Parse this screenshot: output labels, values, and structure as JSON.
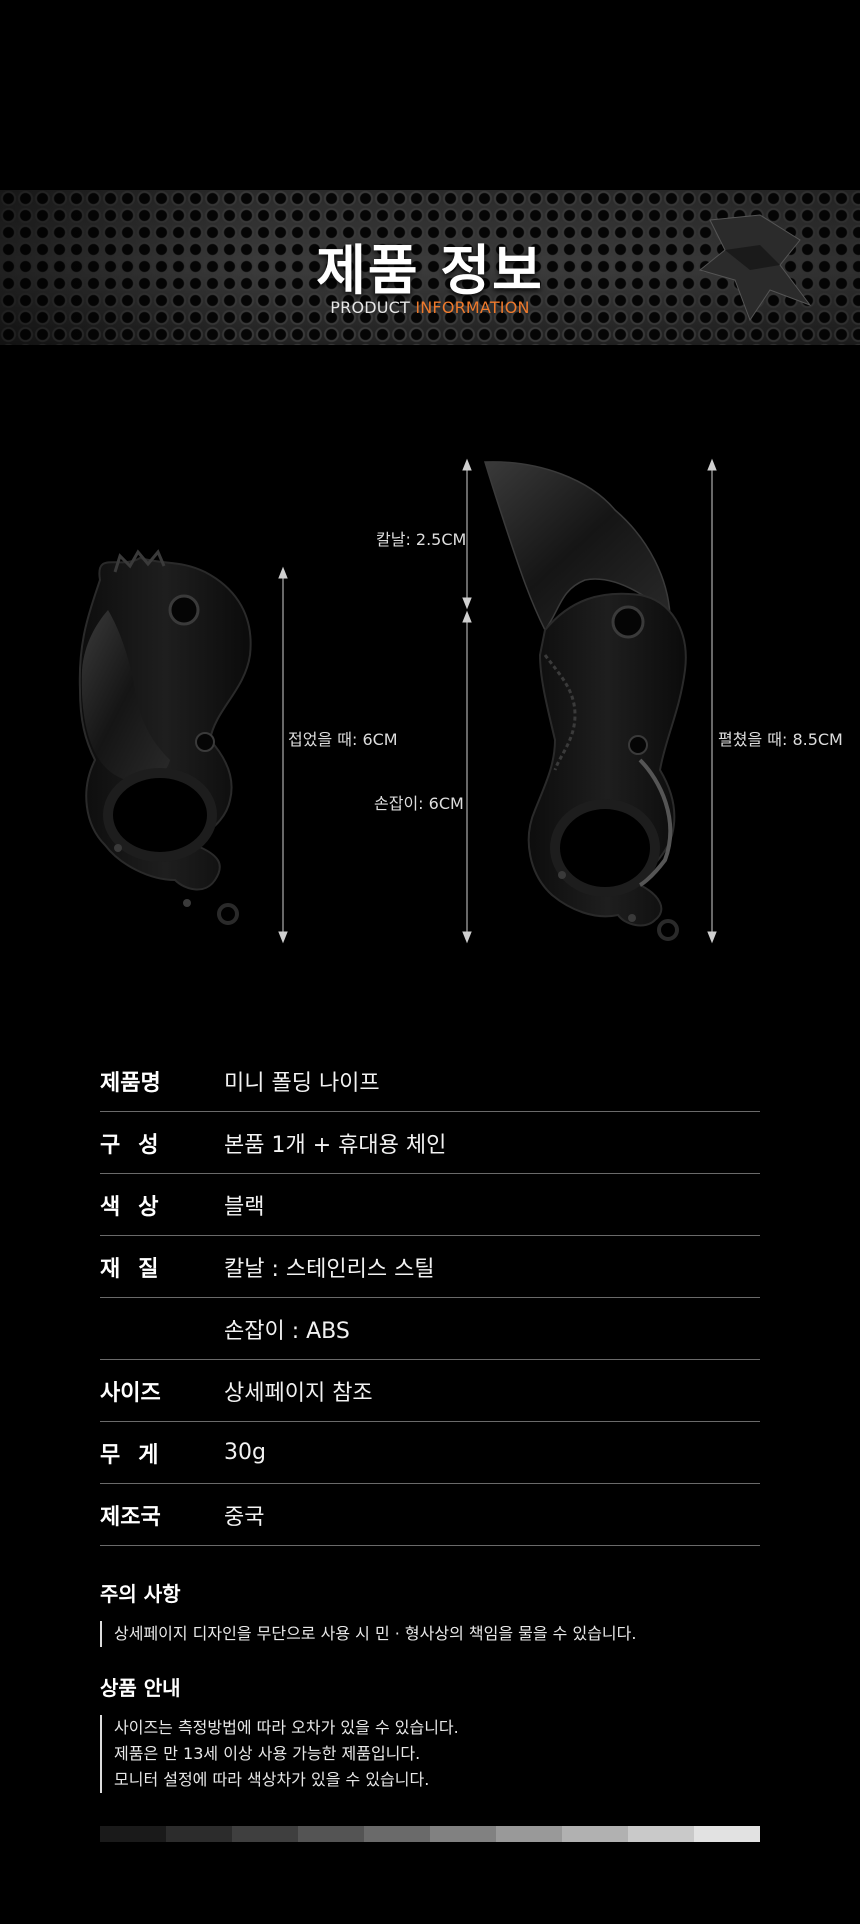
{
  "banner": {
    "title": "제품 정보",
    "subtitle_white": "PRODUCT ",
    "subtitle_accent": "INFORMATION",
    "accent_color": "#ef7a2c"
  },
  "dimensions": {
    "folded": "접었을 때: 6CM",
    "blade": "칼날: 2.5CM",
    "handle": "손잡이: 6CM",
    "unfolded": "펼쳤을 때: 8.5CM"
  },
  "specs": [
    {
      "label": "제품명",
      "value": "미니 폴딩 나이프"
    },
    {
      "label": "구성",
      "value": "본품 1개 + 휴대용 체인"
    },
    {
      "label": "색상",
      "value": "블랙"
    },
    {
      "label": "재질",
      "value": "칼날 : 스테인리스 스틸"
    },
    {
      "label": "",
      "value": "손잡이 : ABS"
    },
    {
      "label": "사이즈",
      "value": "상세페이지 참조"
    },
    {
      "label": "무게",
      "value": "30g"
    },
    {
      "label": "제조국",
      "value": "중국"
    }
  ],
  "caution": {
    "title": "주의 사항",
    "lines": [
      "상세페이지 디자인을 무단으로 사용 시 민 · 형사상의 책임을 물을 수 있습니다."
    ]
  },
  "guide": {
    "title": "상품 안내",
    "lines": [
      "사이즈는 측정방법에 따라 오차가 있을 수 있습니다.",
      "제품은 만 13세 이상 사용 가능한 제품입니다.",
      "모니터 설정에 따라 색상차가 있을 수 있습니다."
    ]
  },
  "strip_colors": [
    "#1a1a1a",
    "#2c2c2c",
    "#3f3f3f",
    "#545454",
    "#6a6a6a",
    "#818181",
    "#999999",
    "#b1b1b1",
    "#c9c9c9",
    "#e2e2e2"
  ]
}
